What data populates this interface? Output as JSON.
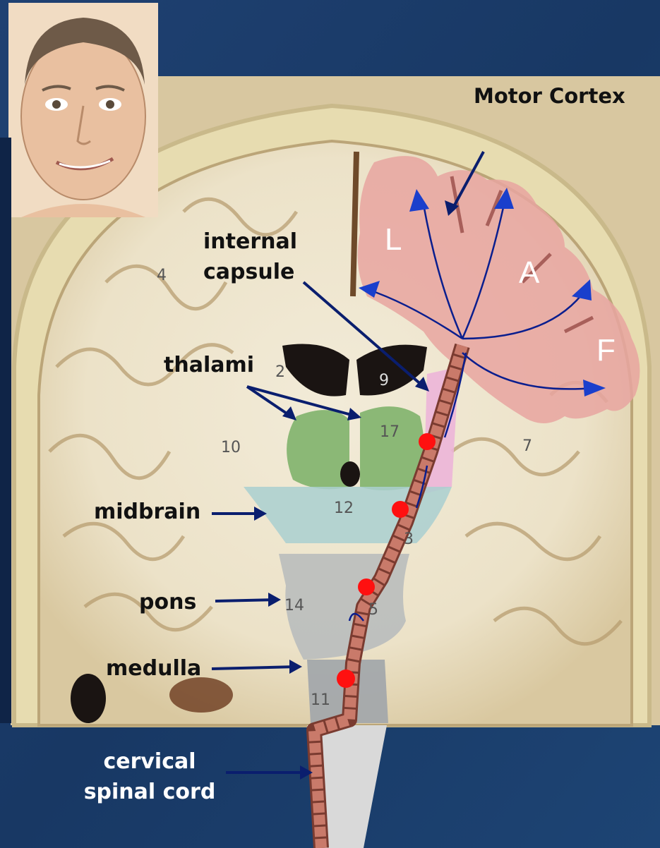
{
  "labels": {
    "motor_cortex": "Motor Cortex",
    "internal_capsule_line1": "internal",
    "internal_capsule_line2": "capsule",
    "thalami": "thalami",
    "midbrain": "midbrain",
    "pons": "pons",
    "medulla": "medulla",
    "cervical_line1": "cervical",
    "cervical_line2": "spinal cord"
  },
  "cortex_letters": {
    "l": "L",
    "a": "A",
    "f": "F"
  },
  "section_numbers": [
    "4",
    "2",
    "9",
    "17",
    "10",
    "7",
    "12",
    "3",
    "14",
    "5",
    "11"
  ],
  "colors": {
    "background": "#1b3a66",
    "cortex_highlight": "#e8a5a0",
    "thalami": "#7fb36b",
    "midbrain": "#a9cfd0",
    "pons": "#b9bcbc",
    "medulla": "#a3a8ab",
    "tract": "#c97a6a",
    "lesion": "#ff1010",
    "arrow": "#0a1e6e"
  },
  "icons": [
    "face-portrait-icon"
  ]
}
